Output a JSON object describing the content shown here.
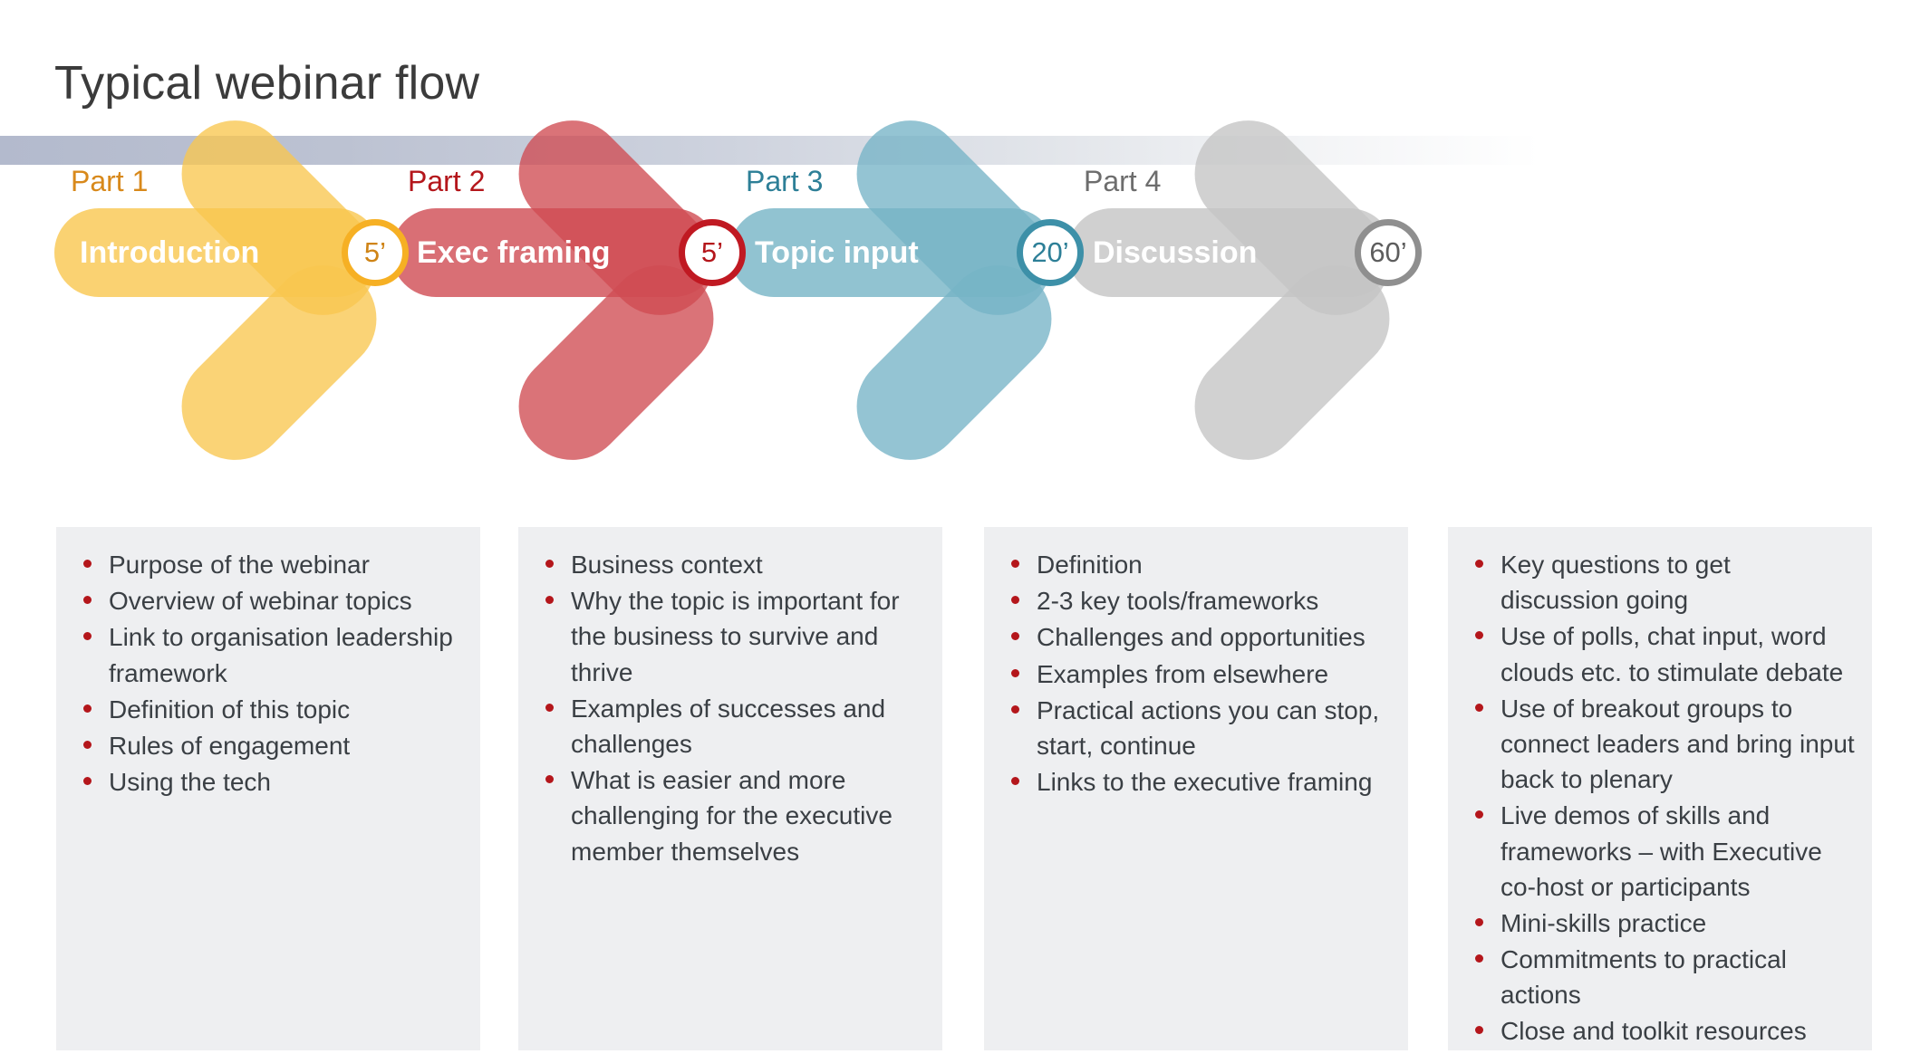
{
  "slide": {
    "title": "Typical webinar flow",
    "background": "#ffffff",
    "title_color": "#3b3b3b",
    "rule_gradient_from": "#b3bacd",
    "rule_gradient_to": "#ffffff",
    "panel_background": "#eeeff1",
    "bullet_marker_color": "#b4161b",
    "body_text_color": "#3a3f44"
  },
  "parts": [
    {
      "part_label": "Part 1",
      "stage_label": "Introduction",
      "duration": "5’",
      "accent": "#f6b93b",
      "arrow_fill": "#f9c74f",
      "ring_color": "#f6b024",
      "label_color": "#d8891b",
      "time_color": "#cf8416",
      "bullets": [
        "Purpose of the webinar",
        "Overview of webinar topics",
        "Link to organisation leadership framework",
        "Definition of this topic",
        "Rules of engagement",
        "Using the tech"
      ]
    },
    {
      "part_label": "Part 2",
      "stage_label": "Exec framing",
      "duration": "5’",
      "accent": "#c9434a",
      "arrow_fill": "#cf4b52",
      "ring_color": "#c01922",
      "label_color": "#b4161b",
      "time_color": "#b4161b",
      "bullets": [
        "Business context",
        "Why the topic is important for the business to survive and thrive",
        "Examples of successes and challenges",
        "What is easier and more challenging for the executive member themselves"
      ]
    },
    {
      "part_label": "Part 3",
      "stage_label": "Topic input",
      "duration": "20’",
      "accent": "#6aafc2",
      "arrow_fill": "#76b4c6",
      "ring_color": "#3d90a8",
      "label_color": "#2d7f97",
      "time_color": "#2d7f97",
      "bullets": [
        "Definition",
        "2-3 key tools/frameworks",
        "Challenges and opportunities",
        "Examples from elsewhere",
        "Practical actions you can stop, start, continue",
        "Links to the executive framing"
      ]
    },
    {
      "part_label": "Part 4",
      "stage_label": "Discussion",
      "duration": "60’",
      "accent": "#bfbfbf",
      "arrow_fill": "#c4c4c4",
      "ring_color": "#8f8f8f",
      "label_color": "#6d6d6d",
      "time_color": "#5d5d5d",
      "bullets": [
        "Key questions to get discussion going",
        "Use of polls, chat input, word clouds etc. to stimulate debate",
        "Use of breakout groups to connect leaders and bring input back to plenary",
        "Live demos of skills and frameworks – with Executive co-host or participants",
        "Mini-skills practice",
        "Commitments to practical actions",
        "Close and  toolkit resources"
      ]
    }
  ]
}
